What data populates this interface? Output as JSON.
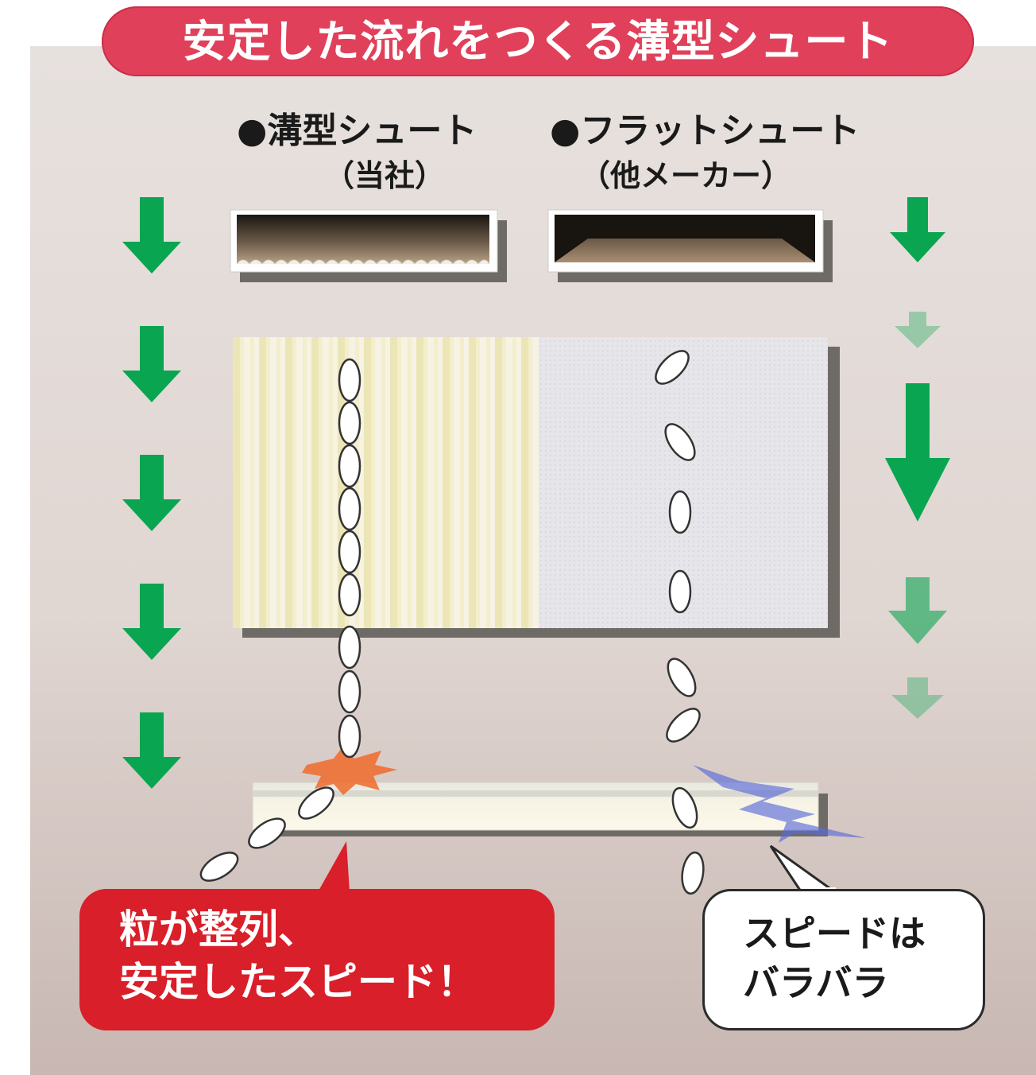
{
  "title": "安定した流れをつくる溝型シュート",
  "columns": {
    "left": {
      "name": "●溝型シュート",
      "sub": "（当社）"
    },
    "right": {
      "name": "●フラットシュート",
      "sub": "（他メーカー）"
    }
  },
  "callouts": {
    "left": {
      "line1": "粒が整列、",
      "line2": "安定したスピード！"
    },
    "right": {
      "line1": "スピードは",
      "line2": "バラバラ"
    }
  },
  "colors": {
    "title_bg": "#e0405a",
    "arrow_green": "#0aa550",
    "callout_red": "#d81f2a",
    "impact_orange": "#f06a2a",
    "impact_blue": "#5a6ad8"
  },
  "icons": [
    "down-arrow-icon",
    "rice-grain-icon",
    "impact-burst-icon"
  ]
}
